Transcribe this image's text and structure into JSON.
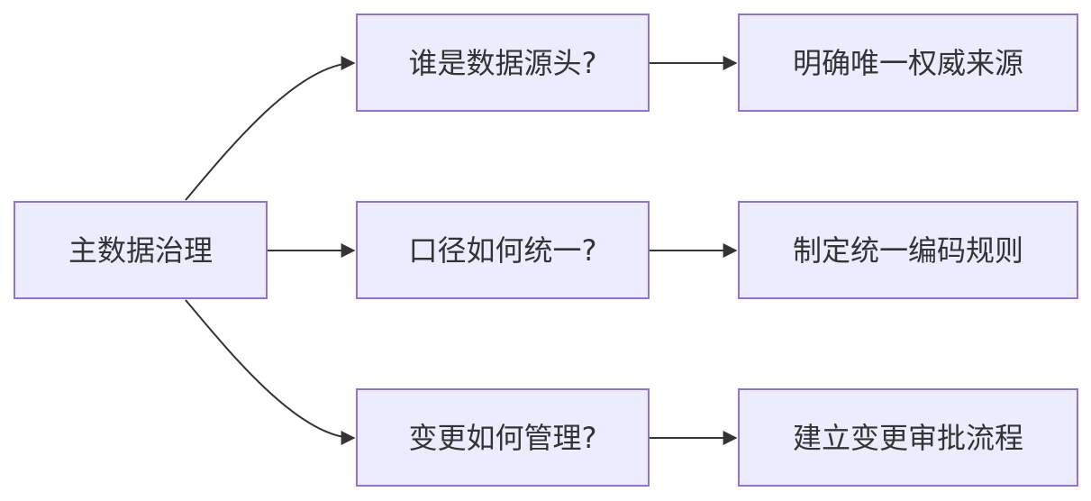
{
  "diagram": {
    "type": "flowchart",
    "direction": "left-to-right",
    "colors": {
      "node_fill": "#ececff",
      "node_border": "#9370db",
      "edge": "#333333",
      "text": "#333333"
    },
    "nodes": {
      "root": "主数据治理",
      "q_source": "谁是数据源头?",
      "q_standard": "口径如何统一?",
      "q_change": "变更如何管理?",
      "a_source": "明确唯一权威来源",
      "a_standard": "制定统一编码规则",
      "a_change": "建立变更审批流程"
    },
    "edges": [
      [
        "root",
        "q_source"
      ],
      [
        "root",
        "q_standard"
      ],
      [
        "root",
        "q_change"
      ],
      [
        "q_source",
        "a_source"
      ],
      [
        "q_standard",
        "a_standard"
      ],
      [
        "q_change",
        "a_change"
      ]
    ]
  }
}
